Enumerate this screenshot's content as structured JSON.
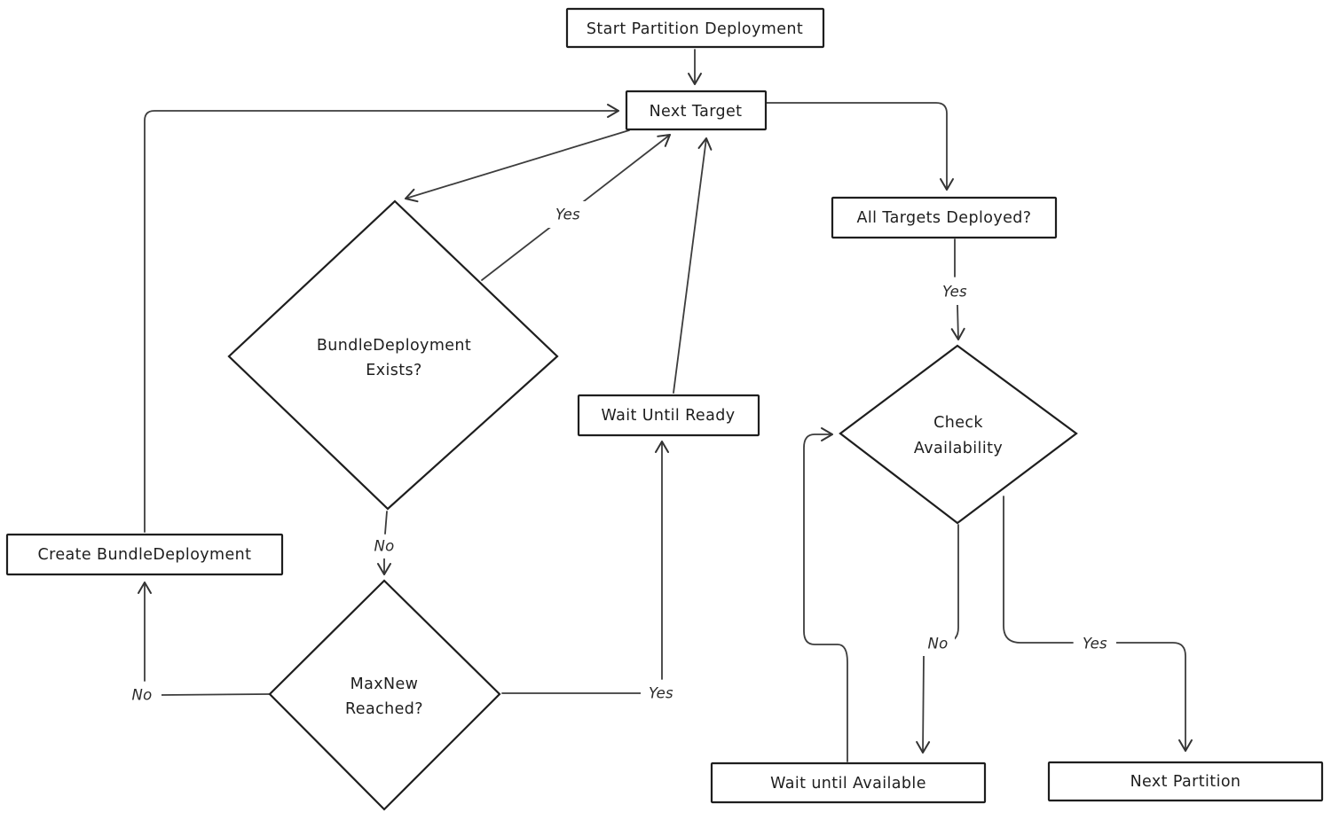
{
  "diagram": {
    "type": "flowchart",
    "style": "hand-drawn"
  },
  "colors": {
    "background": "#ffffff",
    "node_stroke": "#1e1e1e",
    "edge_stroke": "#3d3d3d",
    "text": "#1e1e1e"
  },
  "nodes": {
    "start": {
      "label": "Start Partition Deployment",
      "shape": "rect"
    },
    "next_target": {
      "label": "Next Target",
      "shape": "rect"
    },
    "all_targets_deployed": {
      "label": "All Targets Deployed?",
      "shape": "rect"
    },
    "bundle_deployment_exists": {
      "lines": [
        "BundleDeployment",
        "Exists?"
      ],
      "shape": "diamond"
    },
    "wait_until_ready": {
      "label": "Wait Until Ready",
      "shape": "rect"
    },
    "create_bundle_deployment": {
      "label": "Create BundleDeployment",
      "shape": "rect"
    },
    "maxnew_reached": {
      "lines": [
        "MaxNew",
        "Reached?"
      ],
      "shape": "diamond"
    },
    "check_availability": {
      "lines": [
        "Check",
        "Availability"
      ],
      "shape": "diamond"
    },
    "wait_until_available": {
      "label": "Wait until Available",
      "shape": "rect"
    },
    "next_partition": {
      "label": "Next Partition",
      "shape": "rect"
    }
  },
  "edges": {
    "start_to_next_target": {
      "from": "Start Partition Deployment",
      "to": "Next Target",
      "label": ""
    },
    "next_target_to_all_targets": {
      "from": "Next Target",
      "to": "All Targets Deployed?",
      "label": ""
    },
    "all_targets_yes": {
      "from": "All Targets Deployed?",
      "to": "Check Availability",
      "label": "Yes"
    },
    "next_target_to_bundle": {
      "from": "Next Target",
      "to": "BundleDeployment Exists?",
      "label": ""
    },
    "bundle_yes": {
      "from": "BundleDeployment Exists?",
      "to": "Next Target",
      "label": "Yes"
    },
    "bundle_no": {
      "from": "BundleDeployment Exists?",
      "to": "MaxNew Reached?",
      "label": "No"
    },
    "maxnew_no": {
      "from": "MaxNew Reached?",
      "to": "Create BundleDeployment",
      "label": "No"
    },
    "create_to_next_target": {
      "from": "Create BundleDeployment",
      "to": "Next Target",
      "label": ""
    },
    "maxnew_yes": {
      "from": "MaxNew Reached?",
      "to": "Wait Until Ready",
      "label": "Yes"
    },
    "wait_ready_to_next_target": {
      "from": "Wait Until Ready",
      "to": "Next Target",
      "label": ""
    },
    "check_no": {
      "from": "Check Availability",
      "to": "Wait until Available",
      "label": "No"
    },
    "check_yes": {
      "from": "Check Availability",
      "to": "Next Partition",
      "label": "Yes"
    },
    "wait_avail_to_check": {
      "from": "Wait until Available",
      "to": "Check Availability",
      "label": ""
    }
  }
}
